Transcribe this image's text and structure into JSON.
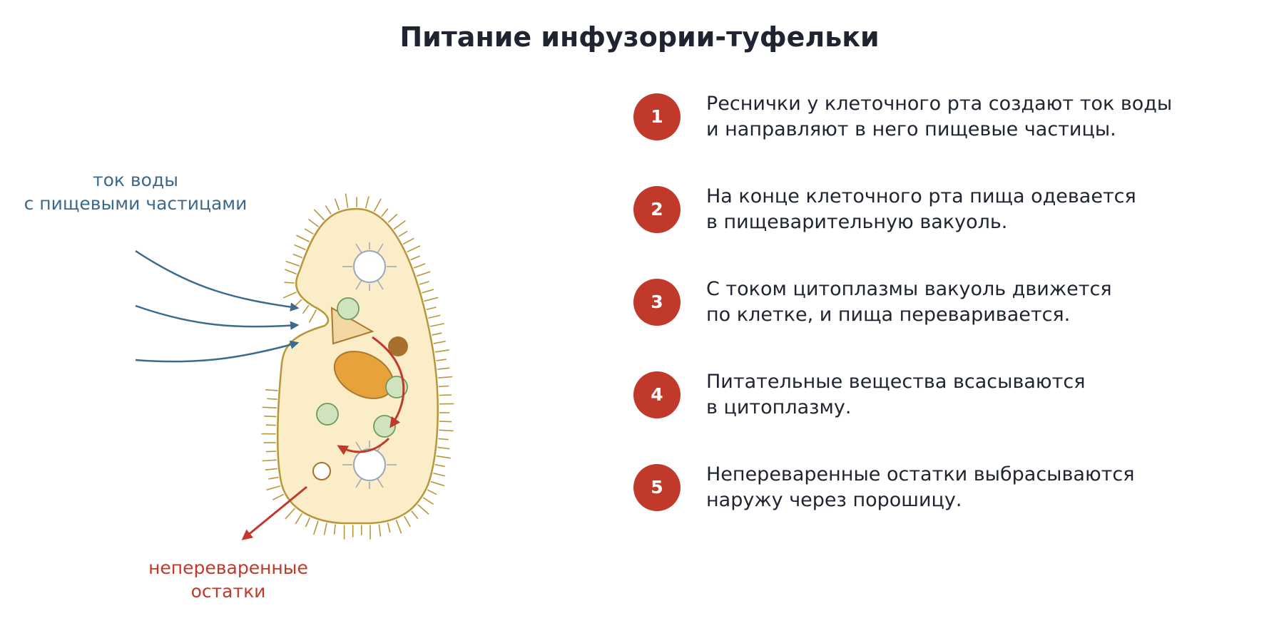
{
  "title": "Питание инфузории-туфельки",
  "labels": {
    "water_current": [
      "ток воды",
      "с пищевыми частицами"
    ],
    "undigested": [
      "непереваренные",
      "остатки"
    ]
  },
  "steps": [
    {
      "number": "1",
      "lines": [
        "Реснички у клеточного рта создают ток воды",
        "и направляют в него пищевые частицы."
      ]
    },
    {
      "number": "2",
      "lines": [
        "На конце клеточного рта пища одевается",
        "в пищеварительную вакуоль."
      ]
    },
    {
      "number": "3",
      "lines": [
        "С током цитоплазмы вакуоль движется",
        "по клетке, и пища переваривается."
      ]
    },
    {
      "number": "4",
      "lines": [
        "Питательные вещества всасываются",
        "в цитоплазму."
      ]
    },
    {
      "number": "5",
      "lines": [
        "Непереваренные остатки выбрасываются",
        "наружу через порошицу."
      ]
    }
  ],
  "colors": {
    "title": "#1f2430",
    "badge": "#c0392b",
    "water_label": "#3c6a8c",
    "waste_label": "#c0392b",
    "cell_fill": "#fcedc9",
    "cell_stroke": "#b8963a",
    "cilia": "#b8963a",
    "nucleus": "#e8a23c",
    "food_vacuole": "#cfe3c0",
    "flow_arrow": "#c0392b",
    "water_arrow": "#3c6a8c"
  }
}
